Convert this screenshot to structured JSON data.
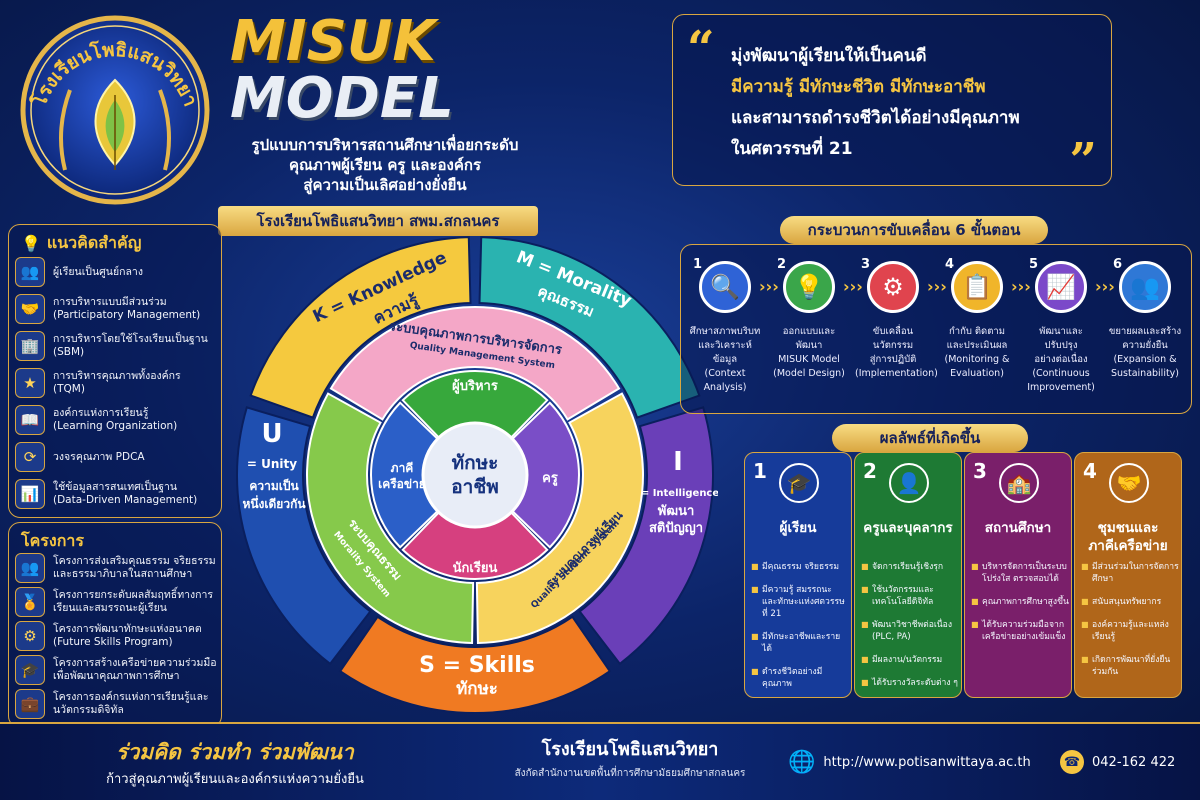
{
  "logo": {
    "arc_text": "โรงเรียนโพธิแสนวิทยา"
  },
  "title": {
    "line1": "MISUK",
    "line2": "MODEL"
  },
  "subtitle": [
    "รูปแบบการบริหารสถานศึกษาเพื่อยกระดับ",
    "คุณภาพผู้เรียน ครู และองค์กร",
    "สู่ความเป็นเลิศอย่างยั่งยืน"
  ],
  "school_banner": "โรงเรียนโพธิแสนวิทยา  สพม.สกลนคร",
  "quote": {
    "open": "“",
    "close": "”",
    "lines": [
      "มุ่งพัฒนาผู้เรียนให้เป็นคนดี",
      "มีความรู้ มีทักษะชีวิต มีทักษะอาชีพ",
      "และสามารถดำรงชีวิตได้อย่างมีคุณภาพ",
      "ในศตวรรษที่ 21"
    ]
  },
  "concepts": {
    "title": "แนวคิดสำคัญ",
    "items": [
      {
        "icon": "group-icon",
        "glyph": "👥",
        "text": "ผู้เรียนเป็นศูนย์กลาง"
      },
      {
        "icon": "handshake-icon",
        "glyph": "🤝",
        "text": "การบริหารแบบมีส่วนร่วม",
        "sub": "(Participatory Management)"
      },
      {
        "icon": "building-icon",
        "glyph": "🏢",
        "text": "การบริหารโดยใช้โรงเรียนเป็นฐาน",
        "sub": "(SBM)"
      },
      {
        "icon": "star-icon",
        "glyph": "★",
        "text": "การบริหารคุณภาพทั้งองค์กร",
        "sub": "(TQM)"
      },
      {
        "icon": "book-icon",
        "glyph": "📖",
        "text": "องค์กรแห่งการเรียนรู้",
        "sub": "(Learning Organization)"
      },
      {
        "icon": "cycle-icon",
        "glyph": "⟳",
        "text": "วงจรคุณภาพ PDCA"
      },
      {
        "icon": "chart-icon",
        "glyph": "📊",
        "text": "ใช้ข้อมูลสารสนเทศเป็นฐาน",
        "sub": "(Data-Driven Management)"
      }
    ]
  },
  "projects": {
    "title": "โครงการ",
    "items": [
      {
        "icon": "people-icon",
        "glyph": "👥",
        "text": "โครงการส่งเสริมคุณธรรม จริยธรรม",
        "sub": "และธรรมาภิบาลในสถานศึกษา"
      },
      {
        "icon": "medal-icon",
        "glyph": "🏅",
        "text": "โครงการยกระดับผลสัมฤทธิ์ทางการ",
        "sub": "เรียนและสมรรถนะผู้เรียน"
      },
      {
        "icon": "gear-icon",
        "glyph": "⚙",
        "text": "โครงการพัฒนาทักษะแห่งอนาคต",
        "sub": "(Future Skills Program)"
      },
      {
        "icon": "graduation-cap-icon",
        "glyph": "🎓",
        "text": "โครงการสร้างเครือข่ายความร่วมมือ",
        "sub": "เพื่อพัฒนาคุณภาพการศึกษา"
      },
      {
        "icon": "briefcase-icon",
        "glyph": "💼",
        "text": "โครงการองค์กรแห่งการเรียนรู้และ",
        "sub": "นวัตกรรมดิจิทัล"
      }
    ]
  },
  "wheel": {
    "outer": [
      {
        "key": "K",
        "title": "K = Knowledge",
        "thai": "ความรู้",
        "color": "#f5c93e"
      },
      {
        "key": "M",
        "title": "M = Morality",
        "thai": "คุณธรรม",
        "color": "#2ab3b0"
      },
      {
        "key": "I",
        "title": "I",
        "sub": "= Intelligence",
        "thai": "พัฒนา",
        "thai2": "สติปัญญา",
        "color": "#6a3fb8"
      },
      {
        "key": "S",
        "title": "S = Skills",
        "thai": "ทักษะ",
        "color": "#f07a22"
      },
      {
        "key": "U",
        "title": "U",
        "sub": "= Unity",
        "thai": "ความเป็น",
        "thai2": "หนึ่งเดียวกัน",
        "color": "#1f4fb0"
      }
    ],
    "middle": [
      {
        "th": "ระบบคุณภาพการบริหารจัดการ",
        "en": "Quality Management System",
        "color": "#f4a7c7"
      },
      {
        "th": "ระบบคุณภาพผู้เรียน",
        "en": "Quality Student System",
        "color": "#f7d35d"
      },
      {
        "th": "ระบบคุณธรรม",
        "en": "Morality System",
        "color": "#86c94b"
      }
    ],
    "inner": [
      {
        "label": "ผู้บริหาร",
        "color": "#37a83c"
      },
      {
        "label": "ครู",
        "color": "#7a4ec7"
      },
      {
        "label": "นักเรียน",
        "color": "#d6407f"
      },
      {
        "label": "ภาคี",
        "label2": "เครือข่าย",
        "color": "#2b5fc8"
      }
    ],
    "center": {
      "line1": "ทักษะ",
      "line2": "อาชีพ"
    }
  },
  "process": {
    "title": "กระบวนการขับเคลื่อน 6 ขั้นตอน",
    "steps": [
      {
        "n": "1",
        "icon": "magnifier-icon",
        "glyph": "🔍",
        "color": "#2f63d6",
        "t1": "ศึกษาสภาพบริบท",
        "t2": "และวิเคราะห์ข้อมูล",
        "t3": "(Context Analysis)"
      },
      {
        "n": "2",
        "icon": "lightbulb-icon",
        "glyph": "💡",
        "color": "#3aa64a",
        "t1": "ออกแบบและพัฒนา",
        "t2": "MISUK Model",
        "t3": "(Model Design)"
      },
      {
        "n": "3",
        "icon": "gear-icon",
        "glyph": "⚙",
        "color": "#e0444e",
        "t1": "ขับเคลื่อนนวัตกรรม",
        "t2": "สู่การปฏิบัติ",
        "t3": "(Implementation)"
      },
      {
        "n": "4",
        "icon": "clipboard-icon",
        "glyph": "📋",
        "color": "#f0b52a",
        "t1": "กำกับ ติดตาม",
        "t2": "และประเมินผล",
        "t3": "(Monitoring &",
        "t4": "Evaluation)"
      },
      {
        "n": "5",
        "icon": "growth-chart-icon",
        "glyph": "📈",
        "color": "#7b49c9",
        "t1": "พัฒนาและปรับปรุง",
        "t2": "อย่างต่อเนื่อง",
        "t3": "(Continuous",
        "t4": "Improvement)"
      },
      {
        "n": "6",
        "icon": "network-icon",
        "glyph": "👥",
        "color": "#2f78d6",
        "t1": "ขยายผลและสร้าง",
        "t2": "ความยั่งยืน",
        "t3": "(Expansion &",
        "t4": "Sustainability)"
      }
    ]
  },
  "results": {
    "title": "ผลลัพธ์ที่เกิดขึ้น",
    "cards": [
      {
        "n": "1",
        "icon": "graduate-icon",
        "glyph": "🎓",
        "title": "ผู้เรียน",
        "bg": "#163b9a",
        "items": [
          "มีคุณธรรม จริยธรรม",
          "มีความรู้ สมรรถนะ และทักษะแห่งศตวรรษที่ 21",
          "มีทักษะอาชีพและรายได้",
          "ดำรงชีวิตอย่างมีคุณภาพ"
        ]
      },
      {
        "n": "2",
        "icon": "teacher-icon",
        "glyph": "👤",
        "title": "ครูและบุคลากร",
        "bg": "#1e7a34",
        "items": [
          "จัดการเรียนรู้เชิงรุก",
          "ใช้นวัตกรรมและเทคโนโลยีดิจิทัล",
          "พัฒนาวิชาชีพต่อเนื่อง (PLC, PA)",
          "มีผลงาน/นวัตกรรม",
          "ได้รับรางวัลระดับต่าง ๆ"
        ]
      },
      {
        "n": "3",
        "icon": "school-icon",
        "glyph": "🏫",
        "title": "สถานศึกษา",
        "bg": "#7a1f6a",
        "items": [
          "บริหารจัดการเป็นระบบ โปร่งใส ตรวจสอบได้",
          "คุณภาพการศึกษาสูงขึ้น",
          "ได้รับความร่วมมือจาก เครือข่ายอย่างเข้มแข็ง"
        ]
      },
      {
        "n": "4",
        "icon": "handshake-icon",
        "glyph": "🤝",
        "title": "ชุมชนและ",
        "title2": "ภาคีเครือข่าย",
        "bg": "#b0661a",
        "items": [
          "มีส่วนร่วมในการจัดการศึกษา",
          "สนับสนุนทรัพยากร",
          "องค์ความรู้และแหล่งเรียนรู้",
          "เกิดการพัฒนาที่ยั่งยืนร่วมกัน"
        ]
      }
    ]
  },
  "footer": {
    "slogan": "ร่วมคิด  ร่วมทำ  ร่วมพัฒนา",
    "slogan_sub": "ก้าวสู่คุณภาพผู้เรียนและองค์กรแห่งความยั่งยืน",
    "school": "โรงเรียนโพธิแสนวิทยา",
    "affil": "สังกัดสำนักงานเขตพื้นที่การศึกษามัธยมศึกษาสกลนคร",
    "website": "http://www.potisanwittaya.ac.th",
    "phone": "042-162 422"
  }
}
